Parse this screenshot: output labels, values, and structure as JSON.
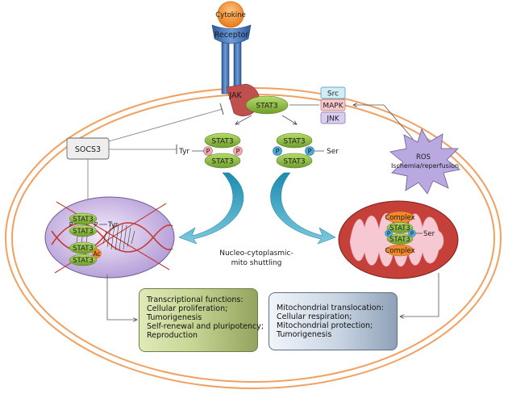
{
  "labels": {
    "cytokine": "Cytokine",
    "receptor": "Receptor",
    "jak": "JAK",
    "stat3": "STAT3",
    "socs3": "SOCS3",
    "tyr": "Tyr",
    "ser": "Ser",
    "phospho": "P",
    "acetyl": "Ac",
    "complex": "Complex",
    "shuttling": [
      "Nucleo-cytoplasmic-",
      "mito shuttling"
    ],
    "ros": [
      "ROS",
      "Ischemia/reperfusion"
    ]
  },
  "kinases": [
    "Src",
    "MAPK",
    "JNK"
  ],
  "transcriptional_box": [
    "Transcriptional functions:",
    "Cellular proliferation;",
    "Tumorigenesis",
    "Self-renewal and pluripotency;",
    "Reproduction"
  ],
  "mitochondrial_box": [
    "Mitochondrial translocation:",
    "Cellular respiration;",
    "Mitochondrial protection;",
    "Tumorigenesis"
  ],
  "colors": {
    "membrane": "#f0a060",
    "cytokine": "#f28a2c",
    "receptor": "#3f6fb0",
    "jak": "#c0504d",
    "stat3": "#8dbb3f",
    "nucleus": "#c6b0e0",
    "mitochondrion": "#c6403a",
    "ros": "#b9a9e0",
    "p_pink": "#f0a8ad",
    "p_blue": "#4aaad8"
  }
}
